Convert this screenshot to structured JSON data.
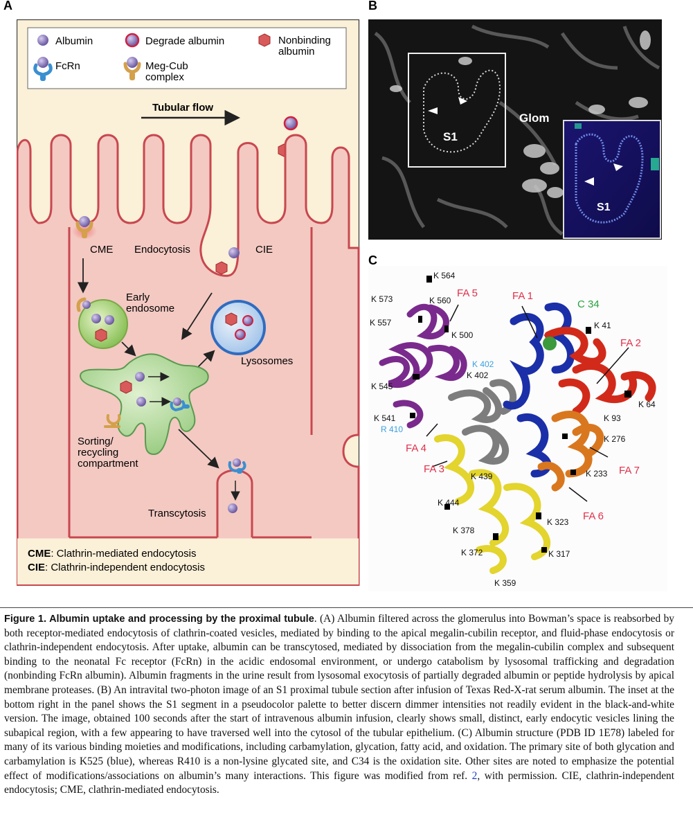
{
  "panels": {
    "a": "A",
    "b": "B",
    "c": "C"
  },
  "legend": {
    "albumin": "Albumin",
    "degrade_albumin": "Degrade albumin",
    "nonbinding_albumin_1": "Nonbinding",
    "nonbinding_albumin_2": "albumin",
    "fcrn": "FcRn",
    "meg_cub_1": "Meg-Cub",
    "meg_cub_2": "complex"
  },
  "diagram_a": {
    "tubular_flow": "Tubular flow",
    "cme": "CME",
    "endocytosis": "Endocytosis",
    "cie": "CIE",
    "early_endosome_1": "Early",
    "early_endosome_2": "endosome",
    "lysosomes": "Lysosomes",
    "sorting_1": "Sorting/",
    "sorting_2": "recycling",
    "sorting_3": "compartment",
    "transcytosis": "Transcytosis",
    "abbr_cme_key": "CME",
    "abbr_cme_text": ": Clathrin-mediated endocytosis",
    "abbr_cie_key": "CIE",
    "abbr_cie_text": ": Clathrin-independent endocytosis"
  },
  "micrograph_b": {
    "s1": "S1",
    "glom": "Glom",
    "inset_s1": "S1"
  },
  "structure_c": {
    "fa1": "FA 1",
    "fa2": "FA 2",
    "fa3": "FA 3",
    "fa4": "FA 4",
    "fa5": "FA 5",
    "fa6": "FA 6",
    "fa7": "FA 7",
    "c34": "C 34",
    "k564": "K 564",
    "k573": "K 573",
    "k560": "K 560",
    "k557": "K 557",
    "k500": "K 500",
    "k402_blue": "K 402",
    "k402": "K 402",
    "k545": "K 545",
    "k541": "K 541",
    "r410": "R 410",
    "k41": "K 41",
    "k64": "K 64",
    "k93": "K 93",
    "k276": "K 276",
    "k233": "K 233",
    "k439": "K 439",
    "k444": "K 444",
    "k378": "K 378",
    "k372": "K 372",
    "k359": "K 359",
    "k317": "K 317",
    "k323": "K 323"
  },
  "caption": {
    "title": "Figure 1. Albumin uptake and processing by the proximal tubule",
    "body_1": ". (A) Albumin filtered across the glomerulus into Bowman’s space is reabsorbed by both receptor-mediated endocytosis of clathrin-coated vesicles, mediated by binding to the apical megalin-cubilin receptor, and fluid-phase endocytosis or clathrin-independent endocytosis. After uptake, albumin can be transcytosed, mediated by dissociation from the megalin-cubilin complex and subsequent binding to the neonatal Fc receptor (FcRn) in the acidic endosomal environment, or undergo catabolism by lysosomal trafficking and degradation (nonbinding FcRn albumin). Albumin fragments in the urine result from lysosomal exocytosis of partially degraded albumin or peptide hydrolysis by apical membrane proteases. (B) An intravital two-photon image of an S1 proximal tubule section after infusion of Texas Red-X-rat serum albumin. The inset at the bottom right in the panel shows the S1 segment in a pseudocolor palette to better discern dimmer intensities not readily evident in the black-and-white version. The image, obtained 100 seconds after the start of intravenous albumin infusion, clearly shows small, distinct, early endocytic vesicles lining the subapical region, with a few appearing to have traversed well into the cytosol of the tubular epithelium. (C) Albumin structure (PDB ID 1E78) labeled for many of its various binding moieties and modifications, including carbamylation, glycation, fatty acid, and oxidation. The primary site of both glycation and carbamylation is K525 (blue), whereas R410 is a non-lysine glycated site, and C34 is the oxidation site. Other sites are noted to emphasize the potential effect of modifications/associations on albumin’s many interactions. This figure was modified from ref. ",
    "ref": "2",
    "body_2": ", with permission. CIE, clathrin-independent endocytosis; CME, clathrin-mediated endocytosis."
  },
  "colors": {
    "cytoplasm": "#f3c9c2",
    "membrane": "#c8474f",
    "lumen": "#fbf0d8",
    "albumin": "#8a78b8",
    "endosome": "#a8d37a",
    "lysosome": "#5a90cc",
    "fcrn": "#4a9ad8",
    "megcub": "#d4a04a",
    "fa_label": "#e0304a",
    "c34": "#2aa040",
    "blue_label": "#3aa0e0"
  }
}
